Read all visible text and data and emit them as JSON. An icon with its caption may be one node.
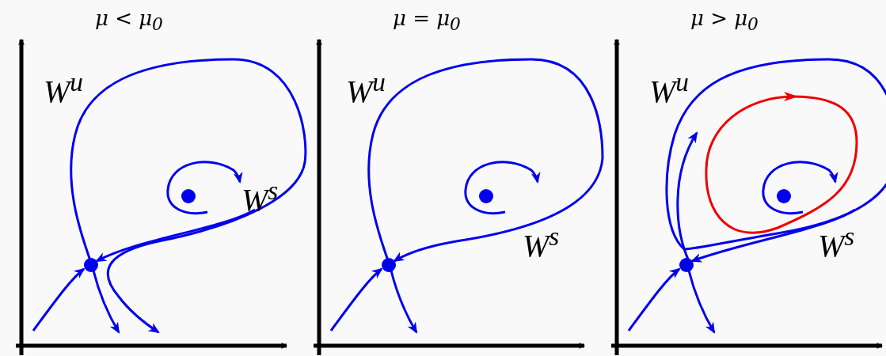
{
  "diagram": {
    "labels": [
      "μ < μ$_{0}$",
      "μ = μ$_{0}$",
      "μ > μ$_{0}$",
      "W$^{u}$",
      "W$^{s}$",
      "W$^{u}$",
      "W$^{s}$",
      "W$^{u}$",
      "W$^{s}$"
    ]
  }
}
